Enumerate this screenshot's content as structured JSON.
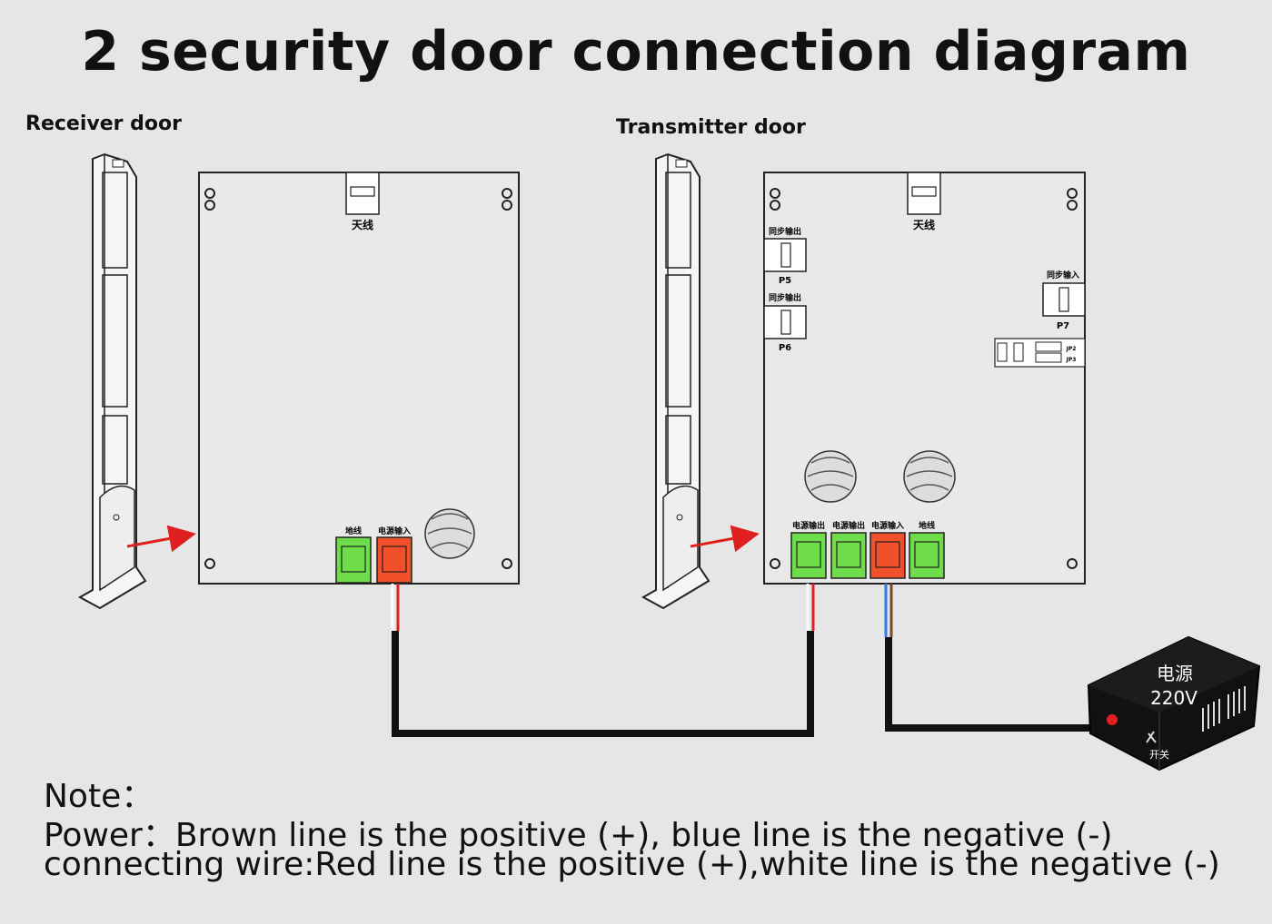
{
  "title": "2 security door connection diagram",
  "receiver": {
    "label": "Receiver door",
    "antenna": "天线",
    "ground": "地线",
    "power_in": "电源输入"
  },
  "transmitter": {
    "label": "Transmitter door",
    "antenna": "天线",
    "sync_out_1": "同步输出",
    "p5": "P5",
    "sync_out_2": "同步输出",
    "p6": "P6",
    "sync_in": "同步输入",
    "p7": "P7",
    "jp2": "JP2",
    "jp3": "JP3",
    "power_out_1": "电源输出",
    "power_out_2": "电源输出",
    "power_in": "电源输入",
    "ground": "地线"
  },
  "power_supply": {
    "label": "电源",
    "voltage": "220V",
    "switch": "开关"
  },
  "notes": {
    "heading": "Note：",
    "power": "Power：Brown  line  is  the  positive (+), blue line is the negative (-)",
    "wire": "connecting wire:Red line is the positive (+),white line is the negative (-)"
  },
  "colors": {
    "background": "#e6e6e6",
    "terminal_green": "#6fdc4c",
    "terminal_red": "#f0502a",
    "wire_red": "#e02020",
    "wire_blue": "#2a7fe0",
    "wire_brown": "#7a4a2a",
    "cable": "#111111"
  }
}
